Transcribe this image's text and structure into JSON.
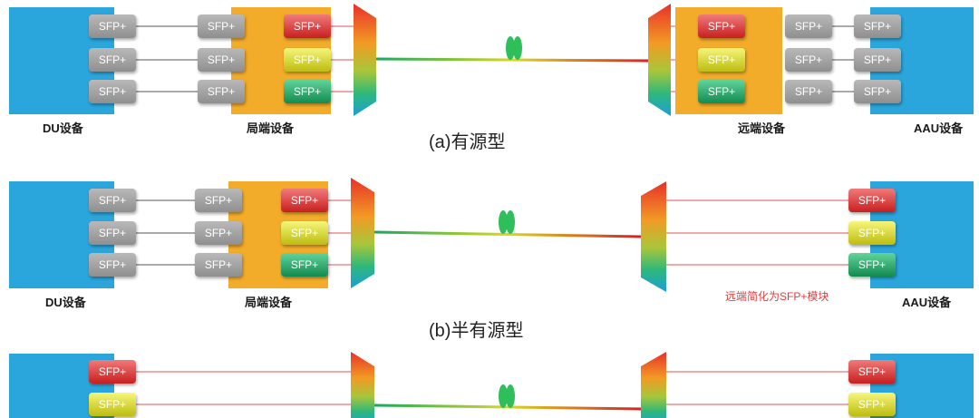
{
  "module_label": "SFP+",
  "panel_a": {
    "du_label": "DU设备",
    "office_label": "局端设备",
    "remote_label": "远端设备",
    "aau_label": "AAU设备",
    "caption": "(a)有源型"
  },
  "panel_b": {
    "du_label": "DU设备",
    "office_label": "局端设备",
    "aau_label": "AAU设备",
    "caption": "(b)半有源型",
    "note": "远端简化为SFP+模块"
  },
  "colors": {
    "du_blue": "#2aa6dc",
    "office_orange": "#f2ac2a",
    "sfp_gray": "#9e9e9e",
    "sfp_red": "#d63a3a",
    "sfp_yellow": "#d4d42a",
    "sfp_green": "#22a86a",
    "link_line": "#e05555",
    "copper_line": "#555555",
    "coupler_green": "#2fbf5a"
  },
  "icons": [
    "mux-demux-icon",
    "fiber-coil-icon"
  ]
}
